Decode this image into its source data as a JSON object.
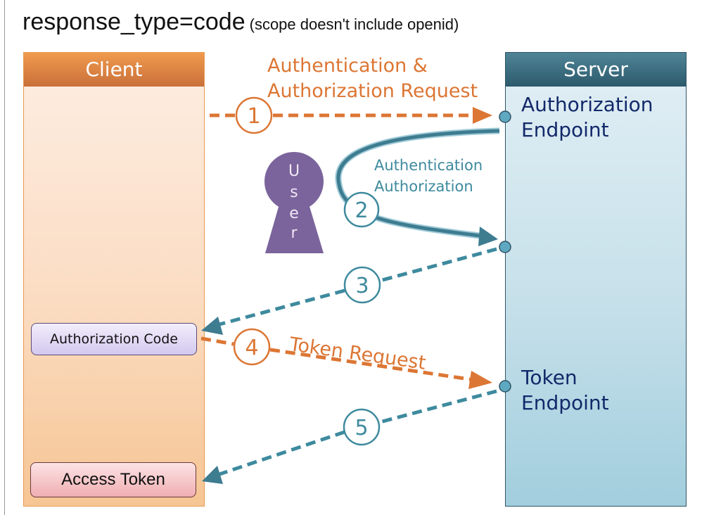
{
  "title": {
    "main": "response_type=code",
    "subtitle": "(scope doesn't include openid)"
  },
  "client": {
    "header": "Client",
    "items": {
      "authorization_code": "Authorization Code",
      "access_token": "Access Token"
    }
  },
  "server": {
    "header": "Server",
    "endpoints": {
      "authorization": [
        "Authorization",
        "Endpoint"
      ],
      "token": [
        "Token",
        "Endpoint"
      ]
    }
  },
  "user": {
    "label": "User",
    "letters": [
      "U",
      "s",
      "e",
      "r"
    ]
  },
  "steps": [
    {
      "number": "1",
      "label_lines": [
        "Authentication &",
        "Authorization Request"
      ],
      "direction": "client-to-server"
    },
    {
      "number": "2",
      "label_lines": [
        "Authentication",
        "Authorization"
      ],
      "direction": "server-user-server"
    },
    {
      "number": "3",
      "label_lines": [],
      "direction": "server-to-client"
    },
    {
      "number": "4",
      "label_lines": [
        "Token Request"
      ],
      "direction": "client-to-server"
    },
    {
      "number": "5",
      "label_lines": [],
      "direction": "server-to-client"
    }
  ],
  "colors": {
    "client_accent": "#dc7634",
    "server_accent": "#3e8a9e",
    "server_dark": "#2c5a6c",
    "user": "#7b649c",
    "endpoint_text": "#12296a"
  }
}
